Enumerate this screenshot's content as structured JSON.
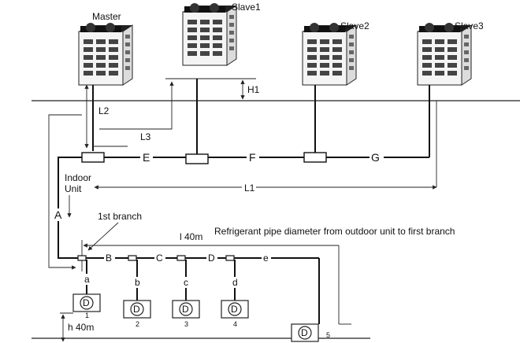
{
  "units": {
    "master": "Master",
    "slave1": "Slave1",
    "slave2": "Slave2",
    "slave3": "Slave3"
  },
  "dimensions": {
    "h1": "H1",
    "l1": "L1",
    "l2": "L2",
    "l3": "L3",
    "l40": "l 40m",
    "h40": "h 40m"
  },
  "labels": {
    "indoor_unit_line1": "Indoor",
    "indoor_unit_line2": "Unit",
    "first_branch": "1st branch",
    "refrigerant_note": "Refrigerant pipe diameter from outdoor unit to first branch"
  },
  "pipe_segments": {
    "main": [
      "E",
      "F",
      "G"
    ],
    "riser": "A",
    "branches": [
      "B",
      "C",
      "D",
      "e"
    ],
    "indoor_drops": [
      "a",
      "b",
      "c",
      "d"
    ]
  },
  "indoor_units": {
    "symbol": "D",
    "numbers": [
      "1",
      "2",
      "3",
      "4",
      "5"
    ]
  }
}
